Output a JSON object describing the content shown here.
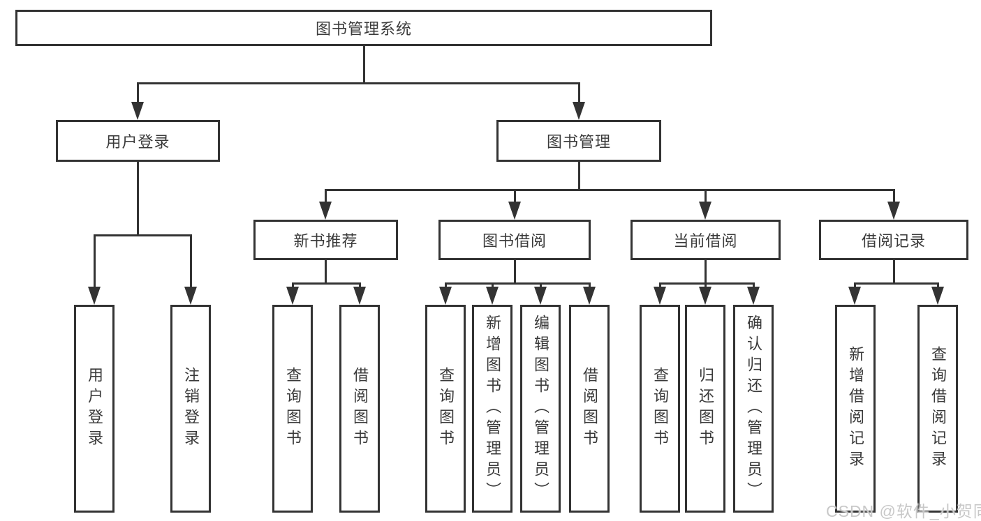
{
  "colors": {
    "line": "#333333",
    "text": "#3a3a3a",
    "background": "#ffffff",
    "watermark": "#c8c8c8"
  },
  "watermark": {
    "text": "CSDN @软件_小贺同学"
  },
  "tree": {
    "label": "图书管理系统",
    "children": [
      {
        "label": "用户登录",
        "children": [
          {
            "label": "用户登录"
          },
          {
            "label": "注销登录"
          }
        ]
      },
      {
        "label": "图书管理",
        "children": [
          {
            "label": "新书推荐",
            "children": [
              {
                "label": "查询图书"
              },
              {
                "label": "借阅图书"
              }
            ]
          },
          {
            "label": "图书借阅",
            "children": [
              {
                "label": "查询图书"
              },
              {
                "label": "新增图书（管理员）"
              },
              {
                "label": "编辑图书（管理员）"
              },
              {
                "label": "借阅图书"
              }
            ]
          },
          {
            "label": "当前借阅",
            "children": [
              {
                "label": "查询图书"
              },
              {
                "label": "归还图书"
              },
              {
                "label": "确认归还（管理员）"
              }
            ]
          },
          {
            "label": "借阅记录",
            "children": [
              {
                "label": "新增借阅记录"
              },
              {
                "label": "查询借阅记录"
              }
            ]
          }
        ]
      }
    ]
  }
}
